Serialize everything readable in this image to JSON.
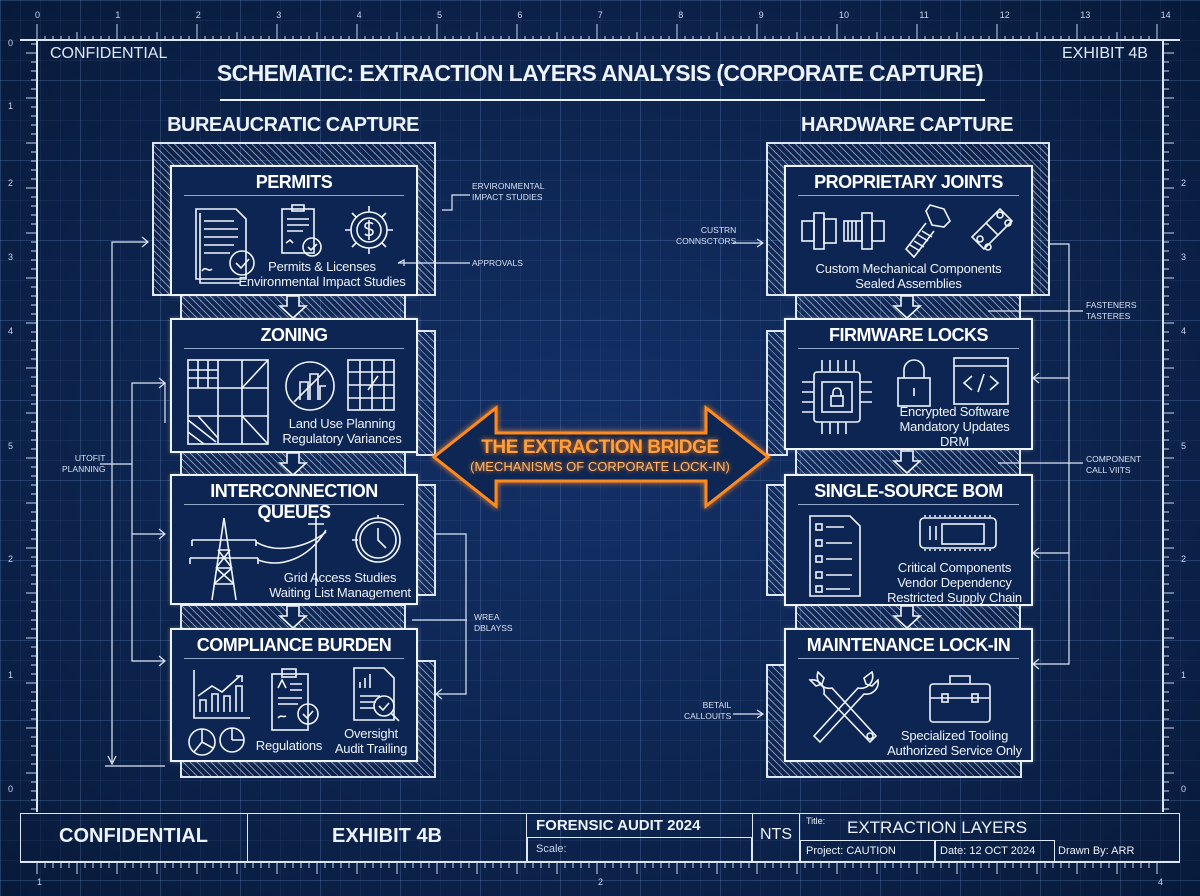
{
  "header": {
    "left_tag": "CONFIDENTIAL",
    "right_tag": "EXHIBIT 4B",
    "title": "SCHEMATIC: EXTRACTION LAYERS ANALYSIS (CORPORATE CAPTURE)"
  },
  "ruler": {
    "top": [
      "0",
      "1",
      "2",
      "3",
      "4",
      "5",
      "6",
      "7",
      "8",
      "9",
      "10",
      "11",
      "12",
      "13",
      "14"
    ],
    "left": [
      "0",
      "1",
      "2",
      "3",
      "4",
      "5",
      "2",
      "1",
      "0"
    ],
    "right": [
      "2",
      "3",
      "4",
      "5",
      "2",
      "1",
      "0"
    ],
    "bottom": [
      "1",
      "2",
      "4"
    ]
  },
  "left": {
    "title": "BUREAUCRATIC CAPTURE",
    "boxes": [
      {
        "title": "PERMITS",
        "lines": [
          "Permits & Licenses",
          "Environmental Impact Studies"
        ]
      },
      {
        "title": "ZONING",
        "lines": [
          "Land Use Planning",
          "Regulatory Variances"
        ]
      },
      {
        "title": "INTERCONNECTION QUEUES",
        "lines": [
          "Grid Access Studies",
          "Waiting List Management"
        ]
      },
      {
        "title": "COMPLIANCE BURDEN",
        "lines": [
          "Regulations",
          "Oversight",
          "Audit Trailing"
        ]
      }
    ]
  },
  "right": {
    "title": "HARDWARE CAPTURE",
    "boxes": [
      {
        "title": "PROPRIETARY JOINTS",
        "lines": [
          "Custom Mechanical Components",
          "Sealed Assemblies"
        ]
      },
      {
        "title": "FIRMWARE LOCKS",
        "lines": [
          "Encrypted Software",
          "Mandatory Updates",
          "DRM"
        ]
      },
      {
        "title": "SINGLE-SOURCE BOM",
        "lines": [
          "Critical Components",
          "Vendor Dependency",
          "Restricted Supply Chain"
        ]
      },
      {
        "title": "MAINTENANCE LOCK-IN",
        "lines": [
          "Specialized Tooling",
          "Authorized Service Only"
        ]
      }
    ]
  },
  "bridge": {
    "title": "THE EXTRACTION BRIDGE",
    "subtitle": "(MECHANISMS OF CORPORATE LOCK-IN)",
    "color": "#ff8a1c"
  },
  "notes": {
    "env": [
      "ERVIRONMENTAL",
      "IMPACT STUDIES"
    ],
    "approvals": "APPROVALS",
    "planning": [
      "UTOFIT",
      "PLANNING"
    ],
    "delays": [
      "WREA",
      "DBLAYSS"
    ],
    "connectors": [
      "CUSTRN",
      "CONNSCTORS"
    ],
    "fasteners": [
      "FASTENERS",
      "TASTERES"
    ],
    "component": [
      "COMPONENT",
      "CALL VIITS"
    ],
    "callouts": [
      "BETAIL",
      "CALLOUITS"
    ]
  },
  "title_block": {
    "confidential": "CONFIDENTIAL",
    "exhibit": "EXHIBIT 4B",
    "audit": "FORENSIC AUDIT 2024",
    "scale_label": "Scale:",
    "nts": "NTS",
    "title_label": "Title:",
    "title": "EXTRACTION LAYERS",
    "project": "Project: CAUTION",
    "date": "Date: 12 OCT 2024",
    "drawn": "Drawn By: ARR"
  }
}
